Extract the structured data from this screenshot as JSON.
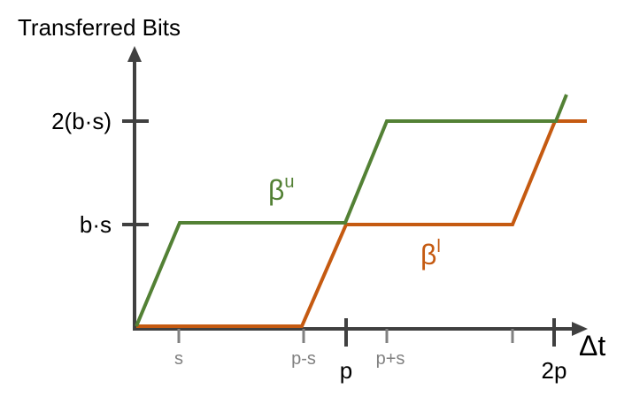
{
  "axes": {
    "y_title": "Transferred Bits",
    "x_title": "Δt",
    "y_ticks": [
      "2(b·s)",
      "b·s"
    ],
    "x_ticks_major": [
      "p",
      "2p"
    ],
    "x_ticks_minor": [
      "s",
      "p-s",
      "p+s"
    ]
  },
  "curves": {
    "upper": {
      "label": "β",
      "sup": "u",
      "color": "#538135"
    },
    "lower": {
      "label": "β",
      "sup": "l",
      "color": "#c55a11"
    }
  },
  "colors": {
    "axis": "#404040",
    "minor_tick": "#808080",
    "text": "#000000"
  }
}
